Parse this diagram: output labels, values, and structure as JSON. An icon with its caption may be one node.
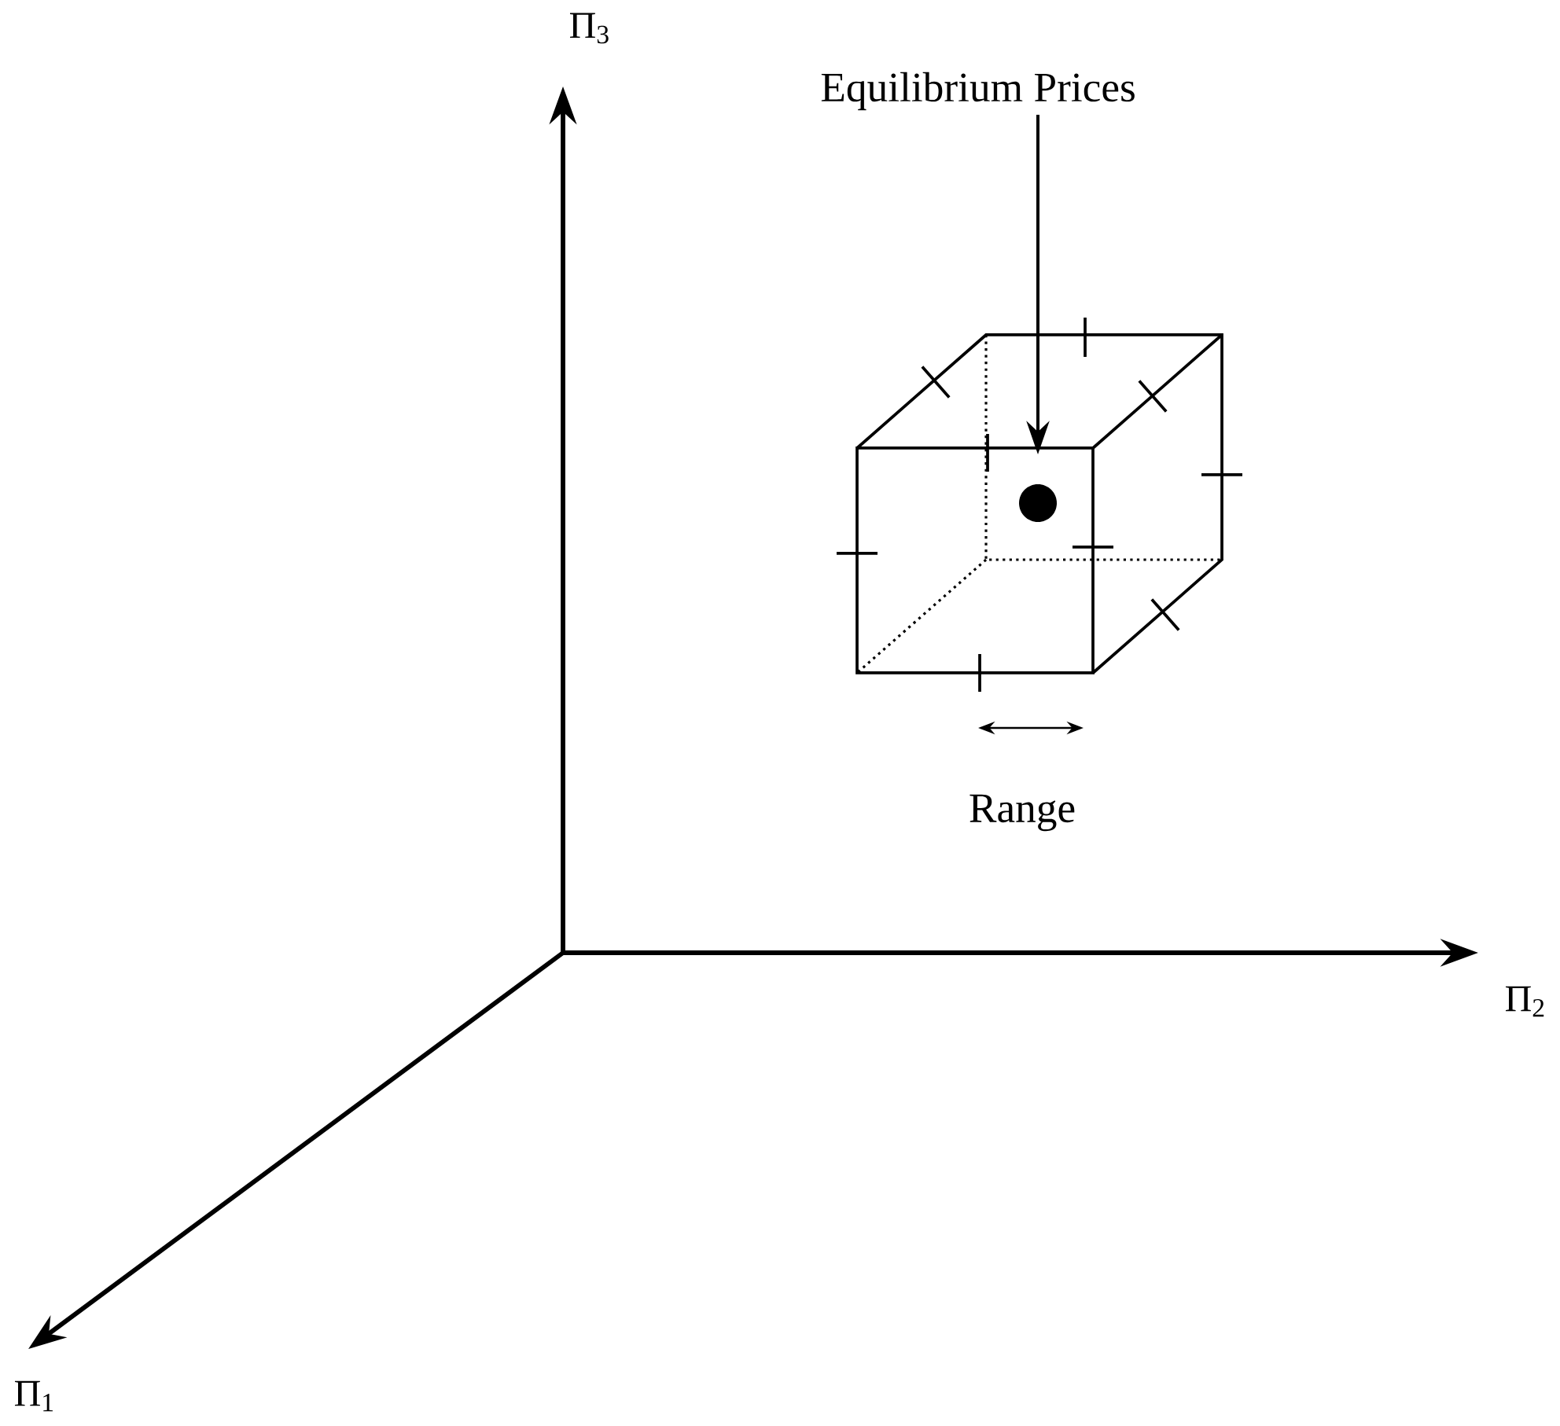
{
  "diagram": {
    "nodes": [
      {
        "text": [
          "Equilibrium Prices"
        ]
      },
      {
        "text": [],
        "shape": "circle"
      }
    ],
    "edges": [
      {
        "from": 0,
        "to": 1,
        "arrow": "to"
      }
    ],
    "labels": [
      "Π$_{3}$",
      "Range",
      "Π$_{2}$",
      "Π$_{1}$"
    ]
  }
}
